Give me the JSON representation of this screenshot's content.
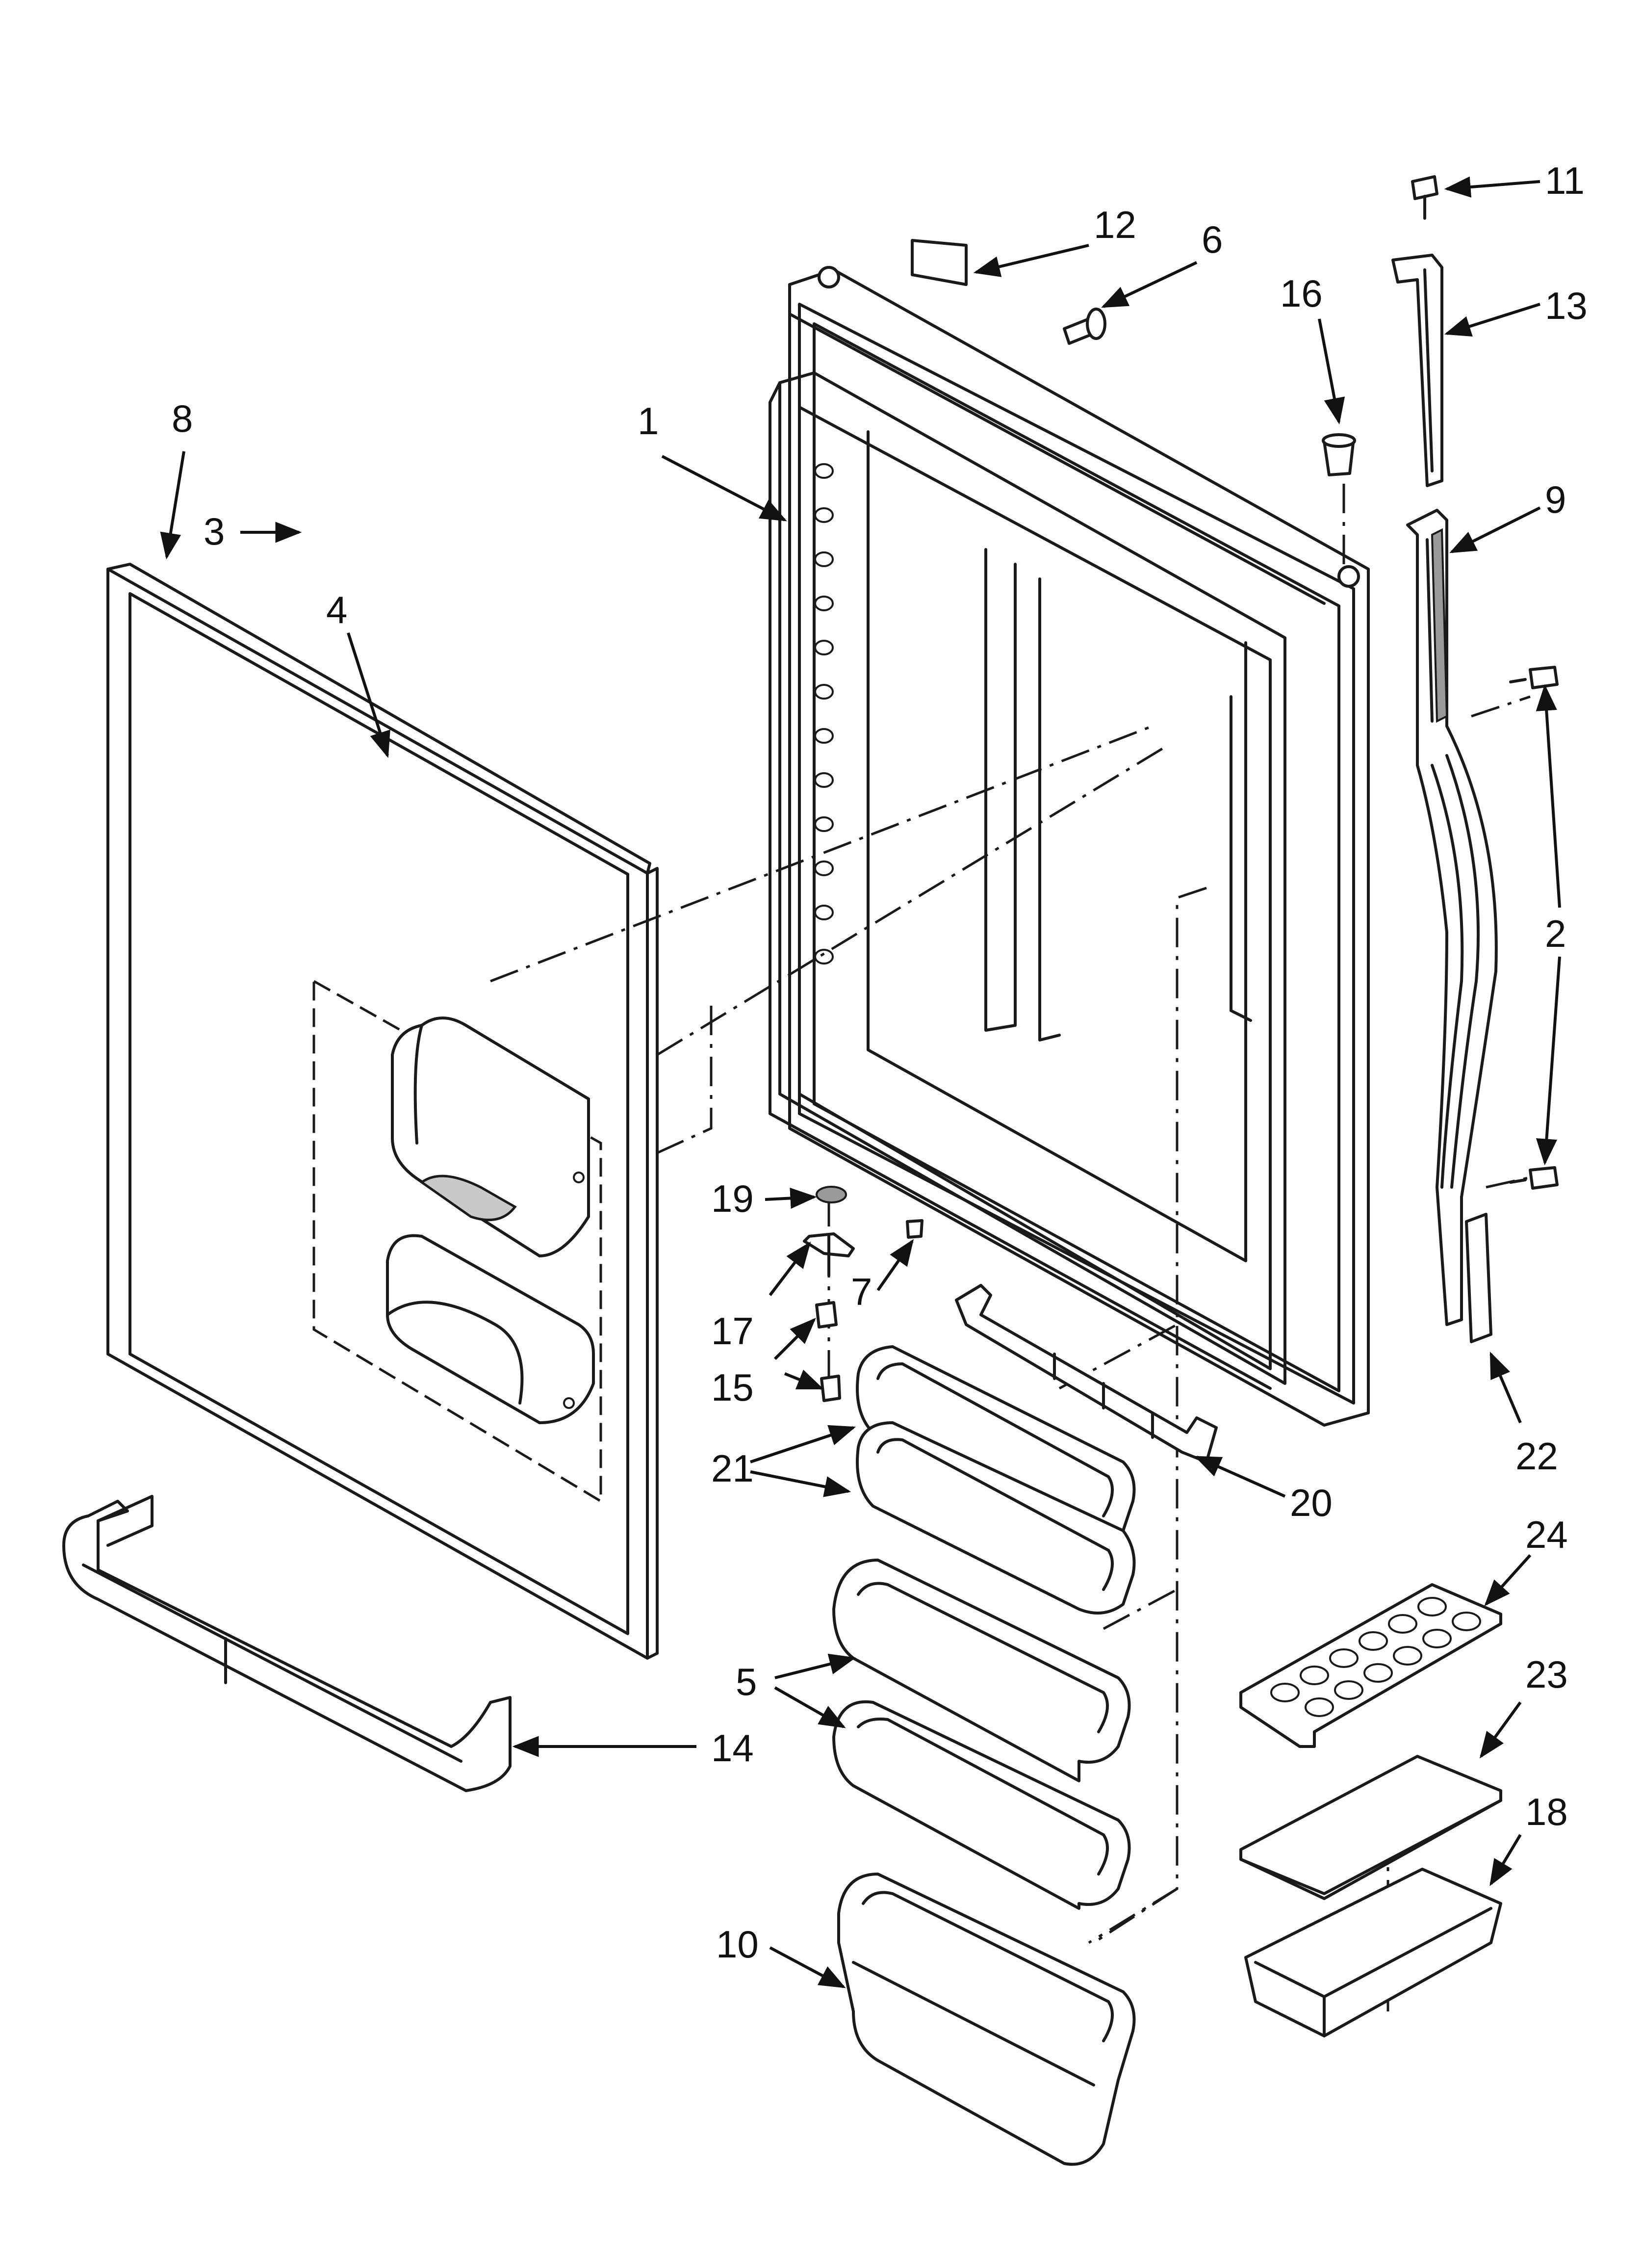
{
  "diagram": {
    "part_labels": [
      {
        "id": "p1",
        "text": "1"
      },
      {
        "id": "p2",
        "text": "2"
      },
      {
        "id": "p3",
        "text": "3"
      },
      {
        "id": "p4",
        "text": "4"
      },
      {
        "id": "p5",
        "text": "5"
      },
      {
        "id": "p6",
        "text": "6"
      },
      {
        "id": "p7",
        "text": "7"
      },
      {
        "id": "p8",
        "text": "8"
      },
      {
        "id": "p9",
        "text": "9"
      },
      {
        "id": "p10",
        "text": "10"
      },
      {
        "id": "p11",
        "text": "11"
      },
      {
        "id": "p12",
        "text": "12"
      },
      {
        "id": "p13",
        "text": "13"
      },
      {
        "id": "p14",
        "text": "14"
      },
      {
        "id": "p15",
        "text": "15"
      },
      {
        "id": "p16",
        "text": "16"
      },
      {
        "id": "p17",
        "text": "17"
      },
      {
        "id": "p18",
        "text": "18"
      },
      {
        "id": "p19",
        "text": "19"
      },
      {
        "id": "p20",
        "text": "20"
      },
      {
        "id": "p21",
        "text": "21"
      },
      {
        "id": "p22",
        "text": "22"
      },
      {
        "id": "p23",
        "text": "23"
      },
      {
        "id": "p24",
        "text": "24"
      }
    ]
  }
}
